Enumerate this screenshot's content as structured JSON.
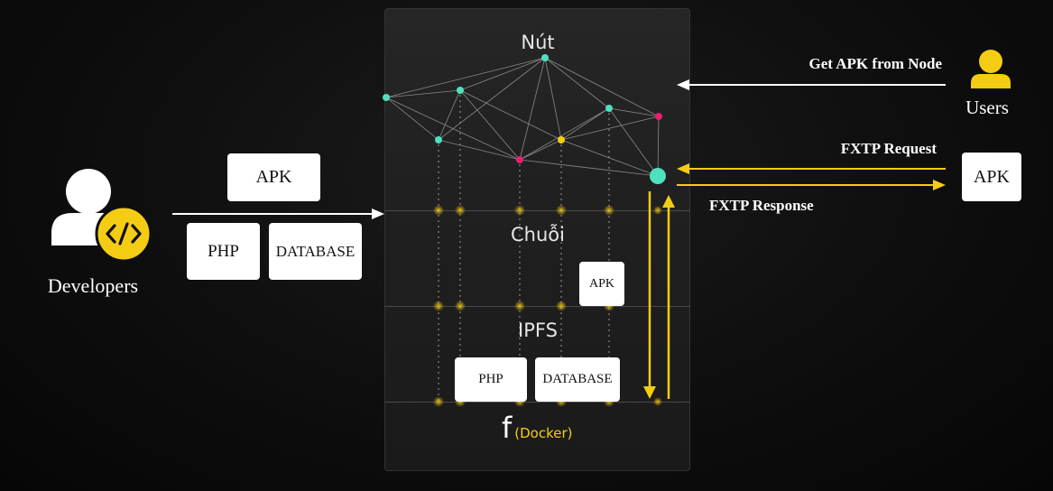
{
  "diagram": {
    "layers": {
      "node": "Nút",
      "chain": "Chuỗi",
      "ipfs": "IPFS",
      "func_symbol": "f",
      "func_sub": "(Docker)"
    },
    "developers": {
      "label": "Developers",
      "apk": "APK",
      "php": "PHP",
      "database": "DATABASE"
    },
    "chain_box": "APK",
    "ipfs_boxes": {
      "php": "PHP",
      "database": "DATABASE"
    },
    "users": {
      "label": "Users",
      "get_apk": "Get APK from Node",
      "fxtp_request": "FXTP Request",
      "fxtp_response": "FXTP Response",
      "apk": "APK"
    },
    "colors": {
      "teal": "#4fe0bd",
      "yellow": "#f5cc14",
      "pink": "#e8206e",
      "white": "#ffffff"
    }
  }
}
